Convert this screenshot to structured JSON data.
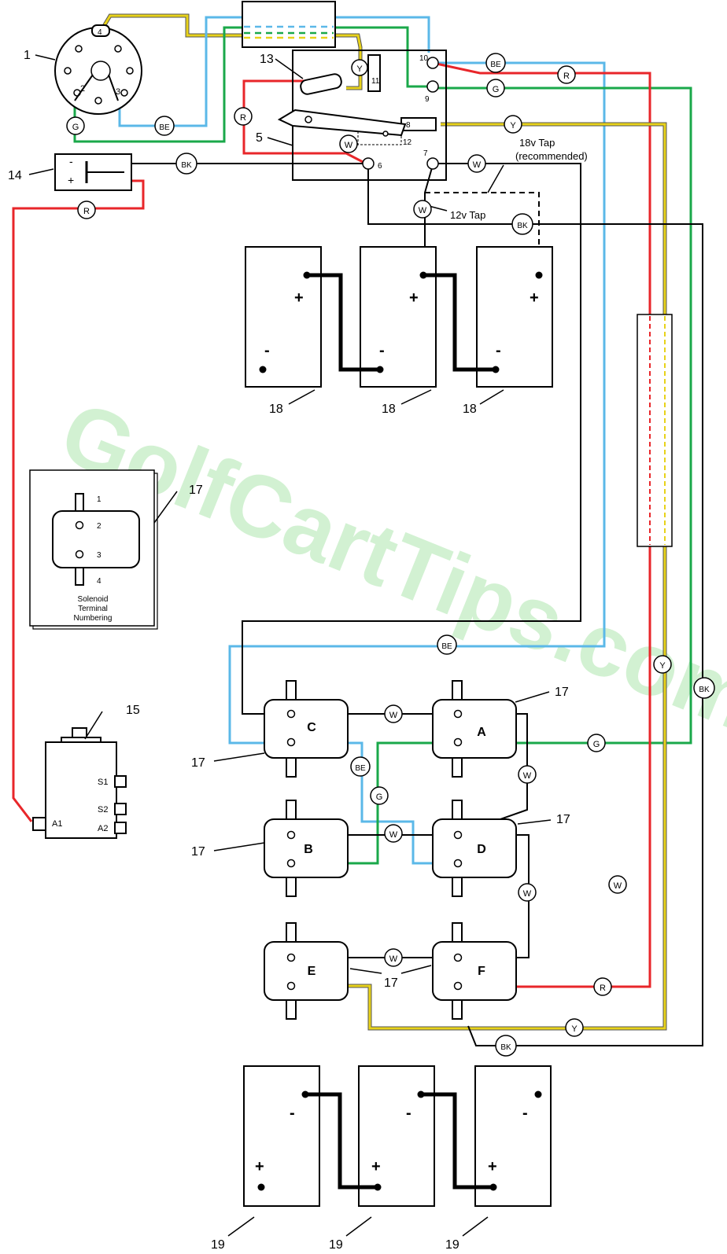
{
  "watermark": "GolfCartTips.com",
  "component_numbers": {
    "n1": "1",
    "n5": "5",
    "n13": "13",
    "n14": "14",
    "n15": "15",
    "n17": "17",
    "n18": "18",
    "n19": "19"
  },
  "terminal_numbers": {
    "t4": "4",
    "t2": "2",
    "t3": "3",
    "t6": "6",
    "t7": "7",
    "t8": "8",
    "t9": "9",
    "t10": "10",
    "t11": "11",
    "t12": "12"
  },
  "wire_tags": {
    "R": "R",
    "BE": "BE",
    "G": "G",
    "Y": "Y",
    "W": "W",
    "BK": "BK"
  },
  "taps": {
    "tap18_line1": "18v Tap",
    "tap18_line2": "(recommended)",
    "tap12": "12v Tap"
  },
  "battery": {
    "plus": "+",
    "minus": "-"
  },
  "solenoid_inset": {
    "t1": "1",
    "t2": "2",
    "t3": "3",
    "t4": "4",
    "cap1": "Solenoid",
    "cap2": "Terminal",
    "cap3": "Numbering"
  },
  "solenoids": {
    "A": "A",
    "B": "B",
    "C": "C",
    "D": "D",
    "E": "E",
    "F": "F"
  },
  "motor": {
    "S1": "S1",
    "S2": "S2",
    "A1": "A1",
    "A2": "A2"
  },
  "colors": {
    "red": "#e8262a",
    "blue": "#5bb8e8",
    "green": "#1aa84a",
    "yellow": "#e8d21a",
    "black": "#000000",
    "watermark": "#c8eec8"
  }
}
